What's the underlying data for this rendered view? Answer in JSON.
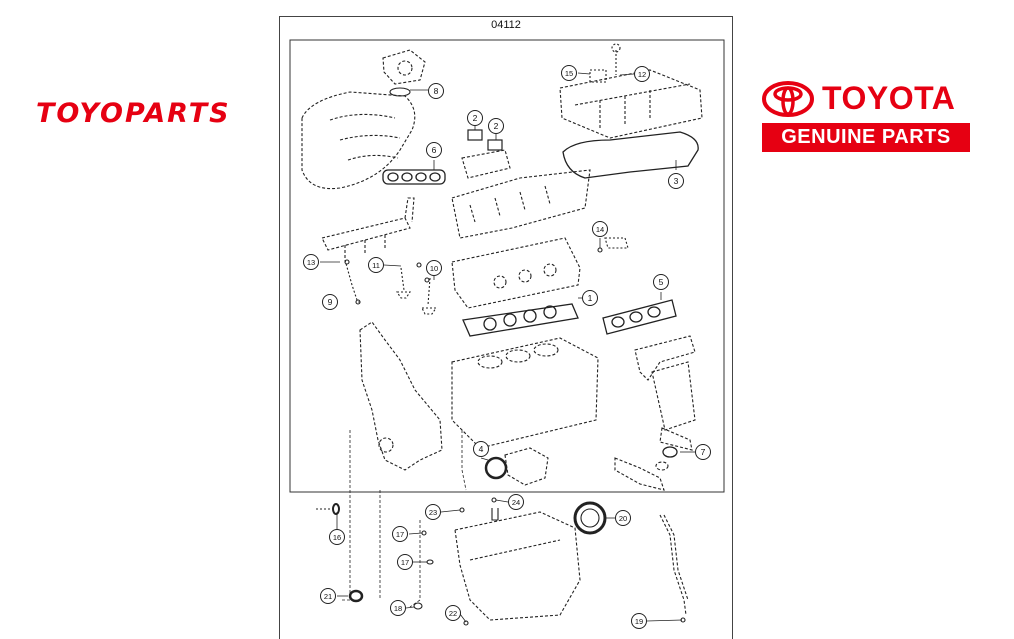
{
  "brand": {
    "left_logo": "TOYOPARTS",
    "right_word": "TOYOTA",
    "right_tag": "GENUINE PARTS",
    "accent": "#e60012"
  },
  "diagram": {
    "code": "04112",
    "callouts": [
      {
        "num": "1"
      },
      {
        "num": "2"
      },
      {
        "num": "2"
      },
      {
        "num": "3"
      },
      {
        "num": "4"
      },
      {
        "num": "5"
      },
      {
        "num": "6"
      },
      {
        "num": "7"
      },
      {
        "num": "8"
      },
      {
        "num": "9"
      },
      {
        "num": "10"
      },
      {
        "num": "11"
      },
      {
        "num": "12"
      },
      {
        "num": "13"
      },
      {
        "num": "14"
      },
      {
        "num": "15"
      },
      {
        "num": "16"
      },
      {
        "num": "17"
      },
      {
        "num": "17"
      },
      {
        "num": "18"
      },
      {
        "num": "19"
      },
      {
        "num": "20"
      },
      {
        "num": "21"
      },
      {
        "num": "22"
      },
      {
        "num": "23"
      },
      {
        "num": "24"
      }
    ]
  }
}
